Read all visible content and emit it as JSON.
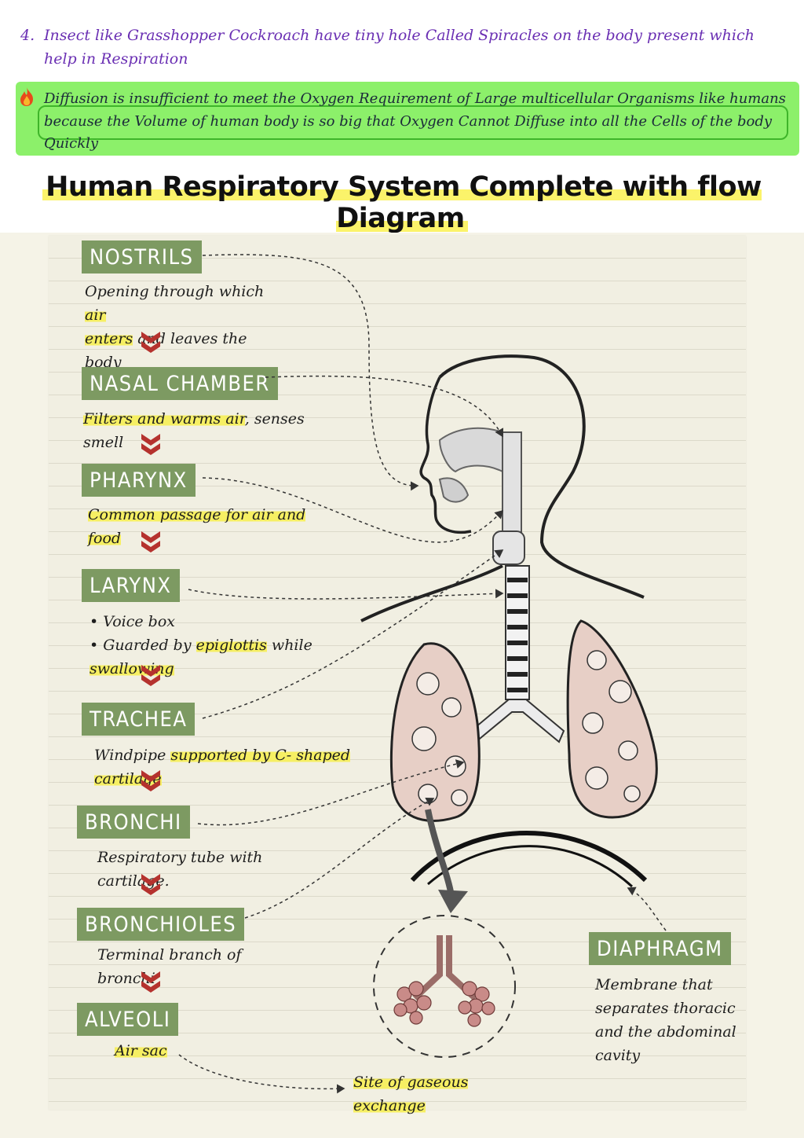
{
  "notes": {
    "item4_number": "4.",
    "item4_text": "Insect like Grasshopper Cockroach have tiny hole Called Spiracles on the body present which help in Respiration",
    "diffusion_text": "Diffusion is insufficient to meet the Oxygen Requirement of Large multicellular Organisms like humans because the Volume of human body is so big that Oxygen Cannot Diffuse into all the Cells of the body Quickly"
  },
  "title": "Human Respiratory System Complete with flow Diagram",
  "flow": [
    {
      "label": "NOSTRILS",
      "desc": "Opening through which air enters and leaves the body"
    },
    {
      "label": "NASAL CHAMBER",
      "desc": "Filters and warms air, senses smell"
    },
    {
      "label": "PHARYNX",
      "desc": "Common passage for air and food"
    },
    {
      "label": "LARYNX",
      "bullets": [
        "Voice box",
        "Guarded by epiglottis while swallowing"
      ]
    },
    {
      "label": "TRACHEA",
      "desc": "Windpipe supported by C- shaped cartilage"
    },
    {
      "label": "BRONCHI",
      "desc": "Respiratory tube with cartilage."
    },
    {
      "label": "BRONCHIOLES",
      "desc": "Terminal branch of bronchi"
    },
    {
      "label": "ALVEOLI",
      "desc": "Air sac"
    }
  ],
  "diaphragm": {
    "label": "DIAPHRAGM",
    "desc": "Membrane that separates thoracic and the abdominal cavity"
  },
  "gas_exchange": "Site of gaseous exchange",
  "colors": {
    "label_bg": "#7d9a62",
    "highlight": "#f6ef63",
    "note_purple": "#6a2fb3",
    "green_box": "#8cf06a",
    "lung_fill": "#e7cfc6",
    "arrow_red": "#a1302c"
  }
}
